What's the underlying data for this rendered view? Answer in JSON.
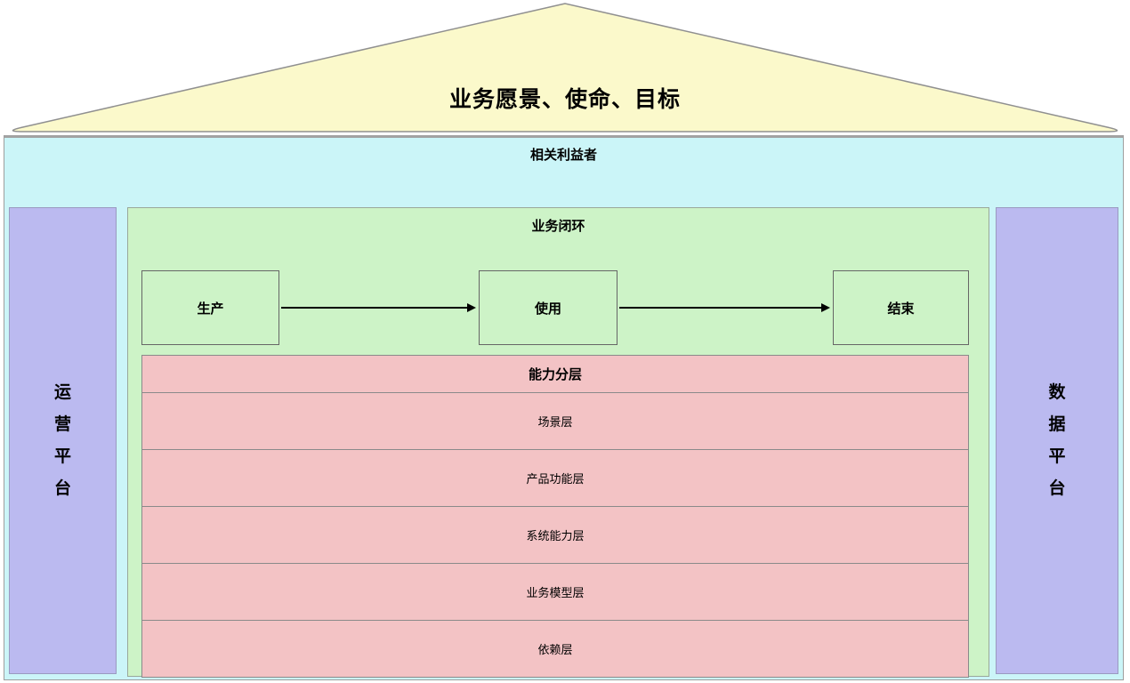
{
  "roof": {
    "title": "业务愿景、使命、目标"
  },
  "stakeholders_label": "相关利益者",
  "platforms": {
    "left": "运营平台",
    "right": "数据平台"
  },
  "business_loop": {
    "title": "业务闭环",
    "nodes": [
      "生产",
      "使用",
      "结束"
    ]
  },
  "capability_layers": {
    "title": "能力分层",
    "layers": [
      "场景层",
      "产品功能层",
      "系统能力层",
      "业务模型层",
      "依赖层"
    ]
  },
  "colors": {
    "roof": "#FBF9CB",
    "body": "#CBF5F8",
    "platform": "#BBBAF0",
    "loop": "#CDF3C7",
    "layers": "#F3C3C5",
    "arrow": "#000000"
  }
}
